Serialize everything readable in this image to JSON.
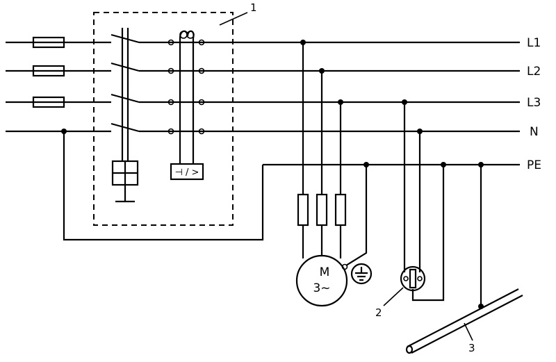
{
  "conductors": [
    "L1",
    "L2",
    "L3",
    "N",
    "PE"
  ],
  "callouts": [
    "1",
    "2",
    "3"
  ],
  "motor": {
    "line1": "M",
    "line2": "3~"
  },
  "rcd_box_label": "⊣ / >"
}
